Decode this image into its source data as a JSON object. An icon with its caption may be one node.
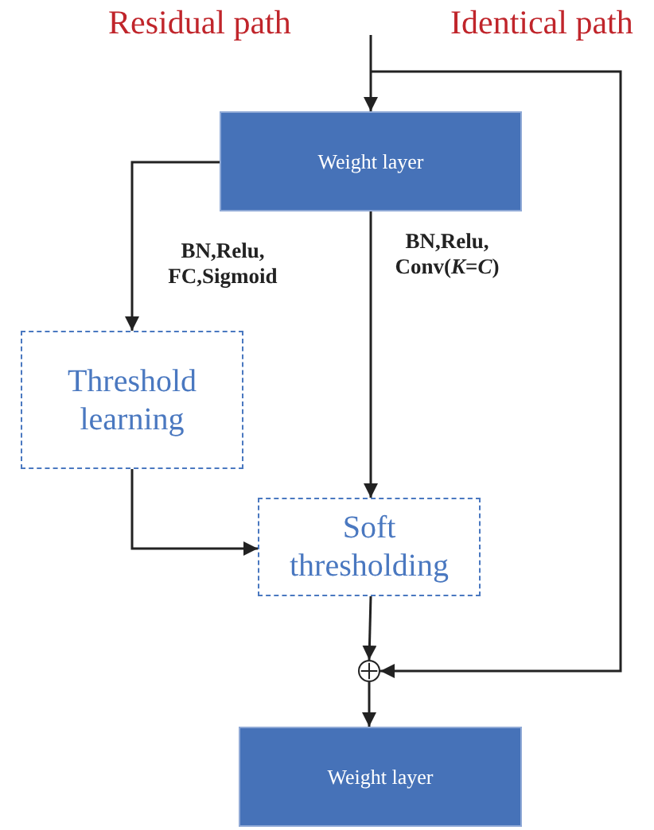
{
  "diagram": {
    "nodes": [
      {
        "text": [
          "Weight layer"
        ]
      },
      {
        "text": [
          "Threshold learning"
        ]
      },
      {
        "text": [
          "Soft thresholding"
        ]
      },
      {
        "text": [],
        "shape": "circle"
      },
      {
        "text": [
          "Weight layer"
        ]
      }
    ],
    "edges": [
      {
        "from": null,
        "to": 0,
        "arrow": "to"
      },
      {
        "from": 0,
        "to": 1,
        "arrow": "to",
        "label": "BN,Relu, FC,Sigmoid"
      },
      {
        "from": 0,
        "to": 2,
        "arrow": "to",
        "label": "BN,Relu, Conv(*K*=*C*)"
      },
      {
        "from": 1,
        "to": 2,
        "arrow": "to"
      },
      {
        "from": 2,
        "to": 3,
        "arrow": "to"
      },
      {
        "from": null,
        "to": 3,
        "arrow": "to"
      },
      {
        "from": 3,
        "to": 4,
        "arrow": "to"
      }
    ],
    "labels": [
      "Residual path",
      "Identical path"
    ]
  }
}
